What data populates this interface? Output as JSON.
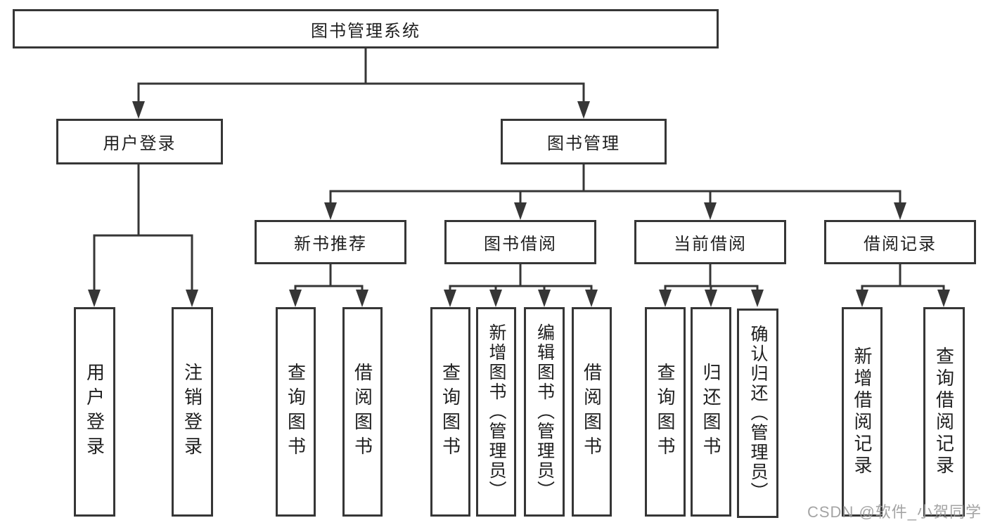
{
  "tree": {
    "root": {
      "label": "图书管理系统"
    },
    "branches": [
      {
        "label": "用户登录",
        "children": [
          {
            "label": "用户登录"
          },
          {
            "label": "注销登录"
          }
        ]
      },
      {
        "label": "图书管理",
        "children": [
          {
            "label": "新书推荐",
            "children": [
              {
                "label": "查询图书"
              },
              {
                "label": "借阅图书"
              }
            ]
          },
          {
            "label": "图书借阅",
            "children": [
              {
                "label": "查询图书"
              },
              {
                "label": "新增图书（管理员）"
              },
              {
                "label": "编辑图书（管理员）"
              },
              {
                "label": "借阅图书"
              }
            ]
          },
          {
            "label": "当前借阅",
            "children": [
              {
                "label": "查询图书"
              },
              {
                "label": "归还图书"
              },
              {
                "label": "确认归还（管理员）"
              }
            ]
          },
          {
            "label": "借阅记录",
            "children": [
              {
                "label": "新增借阅记录"
              },
              {
                "label": "查询借阅记录"
              }
            ]
          }
        ]
      }
    ]
  },
  "watermark": {
    "text": "CSDN @软件_小贺同学"
  },
  "colors": {
    "line": "#363636",
    "text": "#1f1f1f",
    "box_background": "#ffffff",
    "watermark": "#9b9b9b",
    "page_background": "#ffffff"
  }
}
